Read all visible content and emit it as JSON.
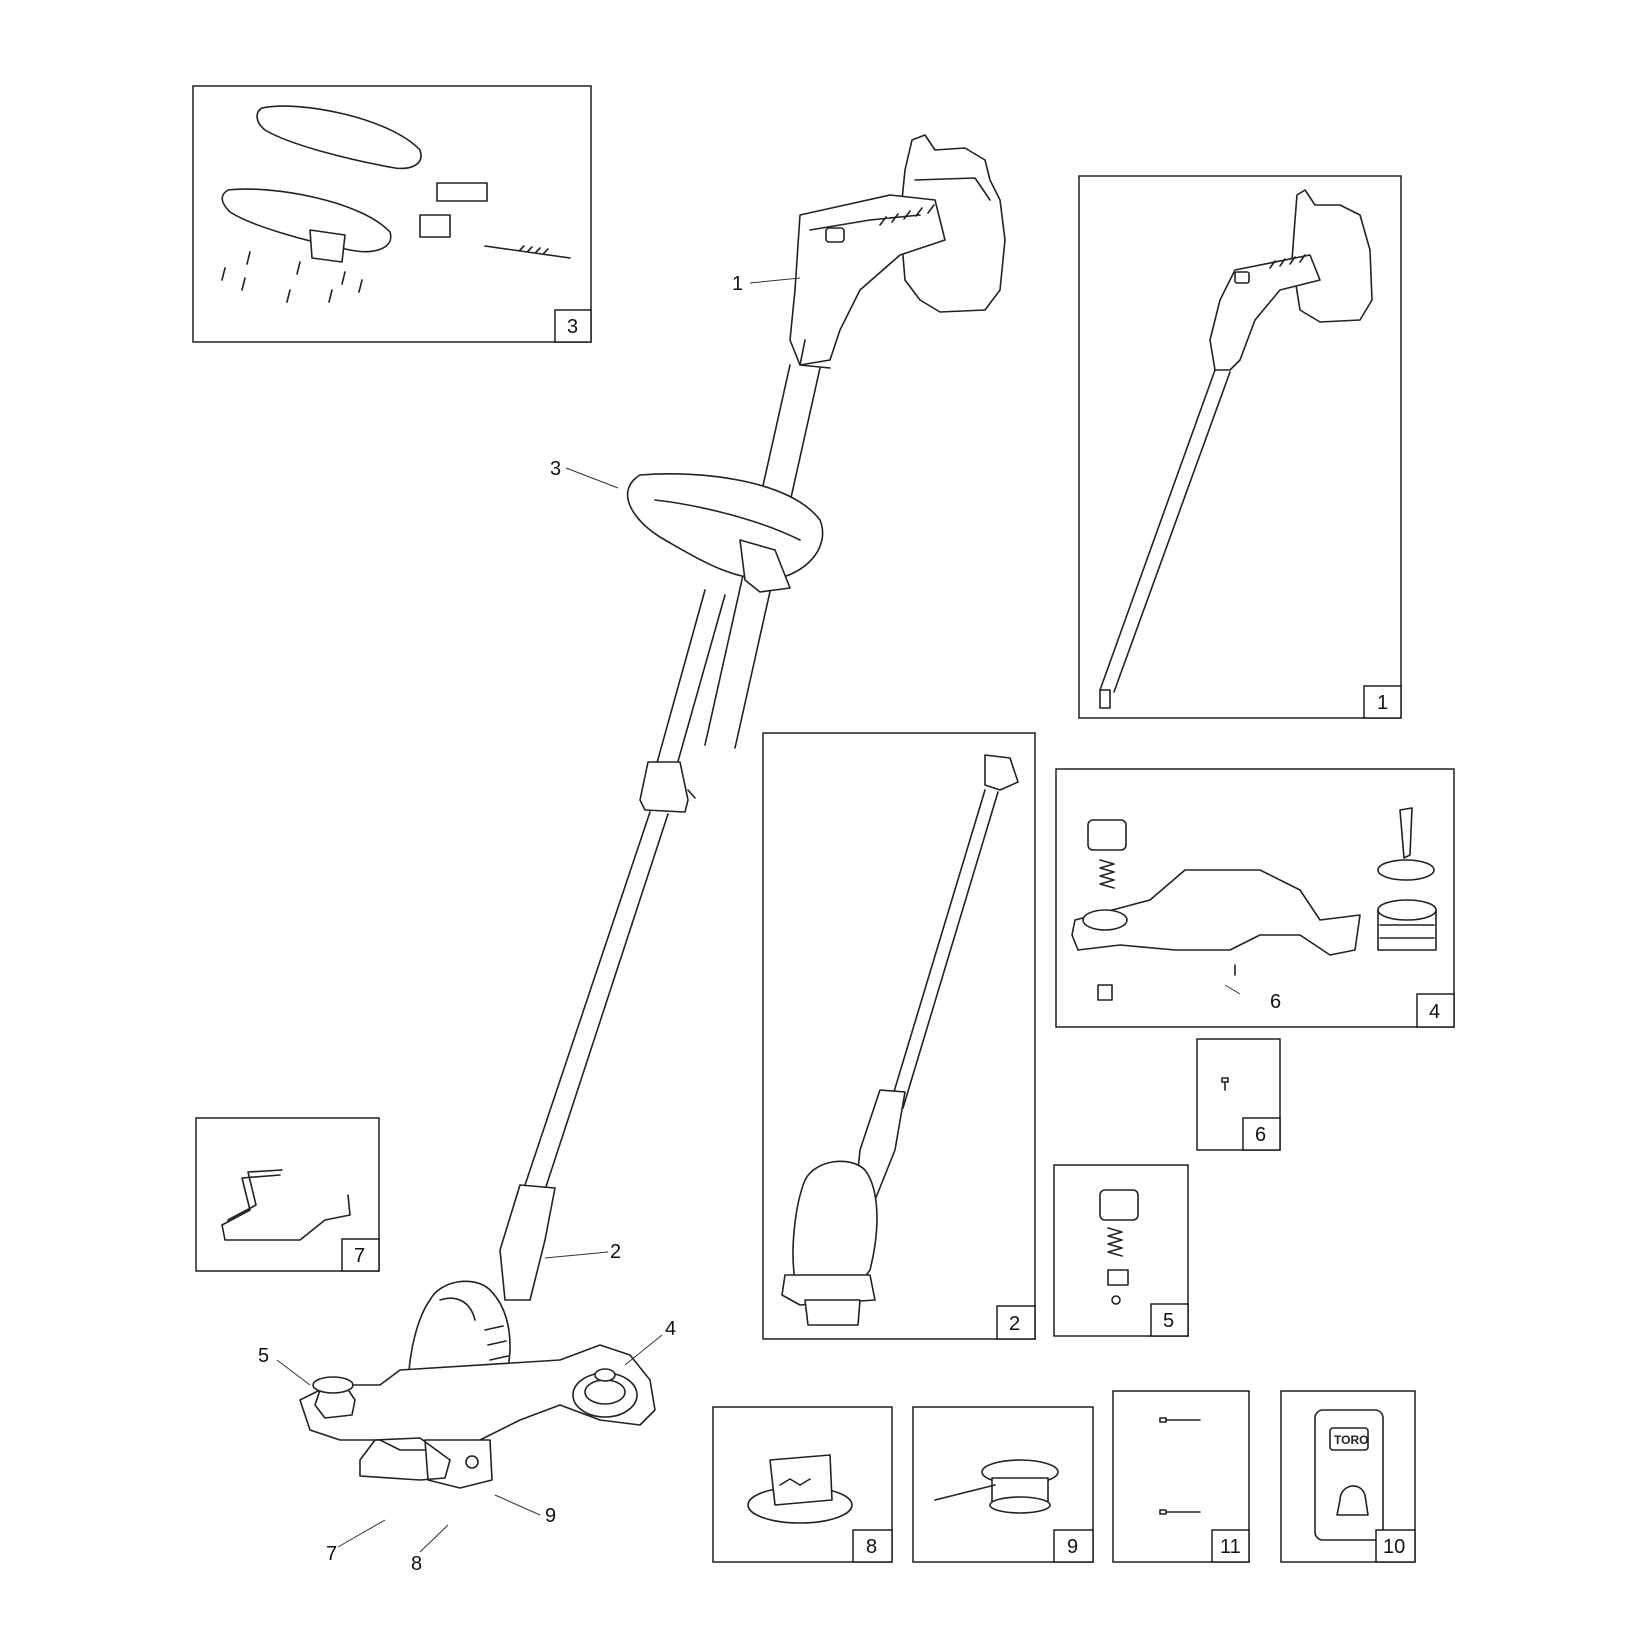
{
  "callouts": {
    "handle": "1",
    "handle_assist": "3",
    "shaft": "2",
    "guard": "4",
    "knob": "5",
    "edge_guide": "7",
    "spool_cap": "8",
    "spool": "9",
    "screw": "6"
  },
  "panels": {
    "assist_handle_kit": "3",
    "handle_assembly": "1",
    "shaft_assembly": "2",
    "guard_assembly": "4",
    "screw": "6",
    "knob_kit": "5",
    "edge_guide": "7",
    "spool_cap": "8",
    "spool_line": "9",
    "blade_pins": "11",
    "decal": "10"
  },
  "decal_logo": "TORO"
}
